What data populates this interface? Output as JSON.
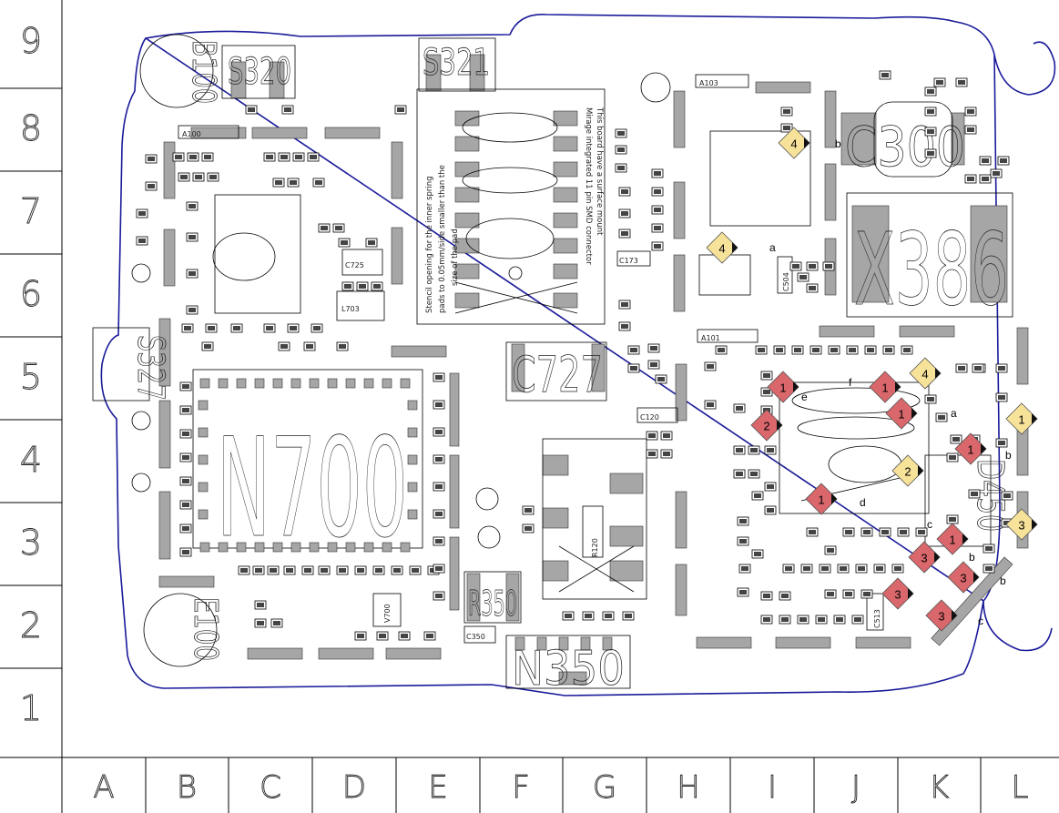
{
  "grid": {
    "columns": [
      "A",
      "B",
      "C",
      "D",
      "E",
      "F",
      "G",
      "H",
      "I",
      "J",
      "K",
      "L"
    ],
    "rows": [
      "9",
      "8",
      "7",
      "6",
      "5",
      "4",
      "3",
      "2",
      "1"
    ]
  },
  "components": {
    "n700": "N700",
    "x386": "X386",
    "c300": "C300",
    "c727": "C727",
    "n350": "N350",
    "r350": "R350",
    "c350": "C350",
    "c725": "C725",
    "l703": "L703",
    "s320": "S320",
    "s321": "S321",
    "s327": "S327",
    "b100": "B100",
    "e100": "E100",
    "a100": "A100",
    "a101": "A101",
    "a103": "A103",
    "r120": "R120",
    "c120": "C120",
    "c513": "C513",
    "d450": "D450",
    "c504": "C504",
    "v700": "V700",
    "c173": "C173"
  },
  "notes": {
    "stencil": [
      "Stencil opening for the inner spring",
      "pads to 0.05mm/side smaller than the",
      "size of the pad"
    ],
    "mirage": [
      "This board have a surface mount",
      "Mirage integrated 11 pin SMD connector"
    ]
  },
  "markers": {
    "red": [
      {
        "label": "1"
      },
      {
        "label": "1"
      },
      {
        "label": "1"
      },
      {
        "label": "1"
      },
      {
        "label": "1"
      },
      {
        "label": "1"
      },
      {
        "label": "2"
      },
      {
        "label": "3"
      },
      {
        "label": "3"
      },
      {
        "label": "3"
      },
      {
        "label": "3"
      }
    ],
    "yellow": [
      {
        "label": "4"
      },
      {
        "label": "4"
      },
      {
        "label": "4"
      },
      {
        "label": "1"
      },
      {
        "label": "2"
      },
      {
        "label": "3"
      }
    ]
  },
  "letters": [
    "a",
    "b",
    "a",
    "b",
    "c",
    "d",
    "e",
    "f",
    "b",
    "c",
    "b"
  ],
  "colors": {
    "red_marker": "#d9676b",
    "yellow_marker": "#f7e29a",
    "pad_fill": "#a6a6a6",
    "board_edge": "#1a1a9a"
  }
}
